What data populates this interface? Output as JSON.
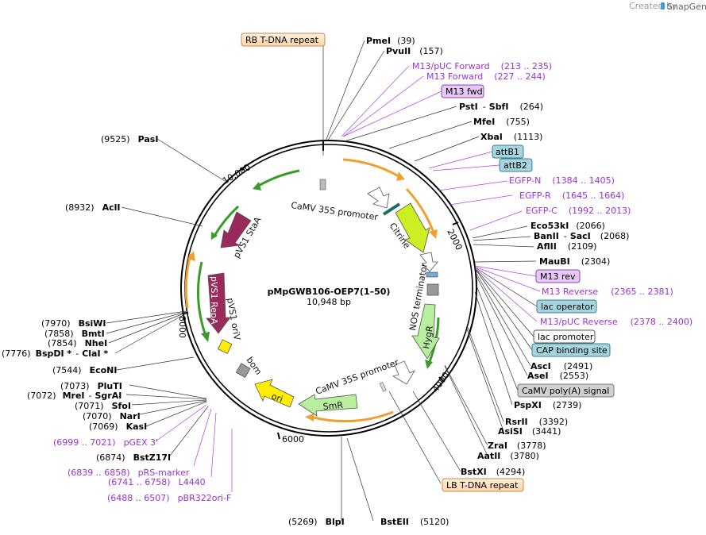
{
  "brand": {
    "created_by": "Created by",
    "name": "SnapGene"
  },
  "plasmid": {
    "name": "pMpGWB106-OEP7(1–50)",
    "size": "10,948 bp"
  },
  "ticks": [
    "2000",
    "4000",
    "6000",
    "8000",
    "10,000"
  ],
  "features": {
    "camv35s_top": "CaMV 35S promoter",
    "citrine": "Citrine",
    "nos": "NOS terminator",
    "hygr": "HygR",
    "camv35s_bottom": "CaMV 35S promoter",
    "smr": "SmR",
    "ori": "ori",
    "bom": "bom",
    "pvs1_oriv": "pVS1 oriV",
    "pvs1_repa": "pVS1 RepA",
    "pvs1_staa": "pVS1 StaA"
  },
  "boxes": {
    "rb": "RB T-DNA repeat",
    "lb": "LB T-DNA repeat",
    "m13fwd": "M13 fwd",
    "attb1": "attB1",
    "attb2": "attB2",
    "m13rev": "M13 rev",
    "lacop": "lac operator",
    "lacprom": "lac promoter",
    "cap": "CAP binding site",
    "camvpa": "CaMV poly(A) signal"
  },
  "sites": {
    "pmei": {
      "name": "PmeI",
      "pos": "(39)"
    },
    "pvuii": {
      "name": "PvuII",
      "pos": "(157)"
    },
    "m13puc_fwd": {
      "name": "M13/pUC Forward",
      "pos": "(213 .. 235)"
    },
    "m13_forward": {
      "name": "M13 Forward",
      "pos": "(227 .. 244)"
    },
    "psti": {
      "name": "PstI",
      "sep": "-",
      "name2": "SbfI",
      "pos": "(264)"
    },
    "mfei": {
      "name": "MfeI",
      "pos": "(755)"
    },
    "xbai": {
      "name": "XbaI",
      "pos": "(1113)"
    },
    "egfpn": {
      "name": "EGFP-N",
      "pos": "(1384 .. 1405)"
    },
    "egfpr": {
      "name": "EGFP-R",
      "pos": "(1645 .. 1664)"
    },
    "egfpc": {
      "name": "EGFP-C",
      "pos": "(1992 .. 2013)"
    },
    "eco53ki": {
      "name": "Eco53kI",
      "pos": "(2066)"
    },
    "banii": {
      "name": "BanII",
      "sep": "-",
      "name2": "SacI",
      "pos": "(2068)"
    },
    "aflii": {
      "name": "AflII",
      "pos": "(2109)"
    },
    "maubi": {
      "name": "MauBI",
      "pos": "(2304)"
    },
    "m13_reverse": {
      "name": "M13 Reverse",
      "pos": "(2365 .. 2381)"
    },
    "m13puc_rev": {
      "name": "M13/pUC Reverse",
      "pos": "(2378 .. 2400)"
    },
    "asci": {
      "name": "AscI",
      "pos": "(2491)"
    },
    "asei": {
      "name": "AseI",
      "pos": "(2553)"
    },
    "pspxi": {
      "name": "PspXI",
      "pos": "(2739)"
    },
    "rsrii": {
      "name": "RsrII",
      "pos": "(3392)"
    },
    "asisi": {
      "name": "AsiSI",
      "pos": "(3441)"
    },
    "zrai": {
      "name": "ZraI",
      "pos": "(3778)"
    },
    "aatii": {
      "name": "AatII",
      "pos": "(3780)"
    },
    "bstxi": {
      "name": "BstXI",
      "pos": "(4294)"
    },
    "bsteii": {
      "name": "BstEII",
      "pos": "(5120)"
    },
    "blpi": {
      "name": "BlpI",
      "pos": "(5269)"
    },
    "pbr322": {
      "name": "pBR322ori-F",
      "pos": "(6488 .. 6507)"
    },
    "l4440": {
      "name": "L4440",
      "pos": "(6741 .. 6758)"
    },
    "prsmarker": {
      "name": "pRS-marker",
      "pos": "(6839 .. 6858)"
    },
    "bstz17i": {
      "name": "BstZ17I",
      "pos": "(6874)"
    },
    "pgex3": {
      "name": "pGEX 3'",
      "pos": "(6999 .. 7021)"
    },
    "kasi": {
      "name": "KasI",
      "pos": "(7069)"
    },
    "nari": {
      "name": "NarI",
      "pos": "(7070)"
    },
    "sfoi": {
      "name": "SfoI",
      "pos": "(7071)"
    },
    "mrei": {
      "name": "MreI",
      "sep": "-",
      "name2": "SgrAI",
      "pos": "(7072)"
    },
    "pluti": {
      "name": "PluTI",
      "pos": "(7073)"
    },
    "econi": {
      "name": "EcoNI",
      "pos": "(7544)"
    },
    "bspdi": {
      "name": "BspDI *",
      "sep": "-",
      "name2": "ClaI *",
      "pos": "(7776)"
    },
    "nhei": {
      "name": "NheI",
      "pos": "(7854)"
    },
    "bmti": {
      "name": "BmtI",
      "pos": "(7858)"
    },
    "bsiwi": {
      "name": "BsiWI",
      "pos": "(7970)"
    },
    "acli": {
      "name": "AclI",
      "pos": "(8932)"
    },
    "pasi": {
      "name": "PasI",
      "pos": "(9525)"
    }
  }
}
